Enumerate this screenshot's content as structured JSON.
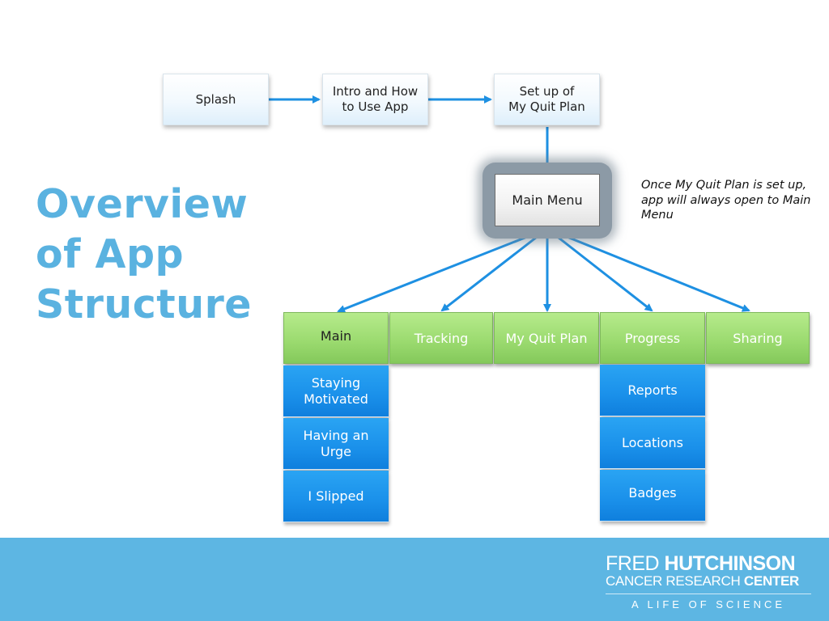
{
  "title_lines": [
    "Overview",
    "of App",
    "Structure"
  ],
  "flow": {
    "splash": "Splash",
    "intro": "Intro and How\nto Use App",
    "setup": "Set up of\nMy Quit Plan",
    "main_menu": "Main Menu"
  },
  "note": "Once My Quit Plan is set up, app will always open to Main Menu",
  "tabs": [
    "Main",
    "Tracking",
    "My Quit Plan",
    "Progress",
    "Sharing"
  ],
  "main_sections": [
    "Staying\nMotivated",
    "Having an\nUrge",
    "I Slipped"
  ],
  "progress_sections": [
    "Reports",
    "Locations",
    "Badges"
  ],
  "footer": {
    "logo_fred": "FRED",
    "logo_hutchinson": "HUTCHINSON",
    "logo_cancer_research": "CANCER RESEARCH",
    "logo_center": "CENTER",
    "logo_tagline": "A LIFE OF SCIENCE"
  },
  "colors": {
    "title": "#5ab2e0",
    "arrow": "#1e90e2",
    "tab_green": "#9cdb70",
    "section_blue": "#1a90ea",
    "footer_band": "#5db6e3"
  }
}
